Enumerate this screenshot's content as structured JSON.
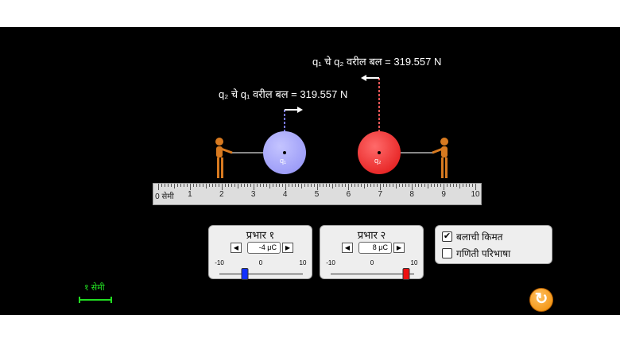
{
  "forces": {
    "on_q2": "q₁ चे q₂ वरील बल  = 319.557 N",
    "on_q1": "q₂ चे q₁ वरील बल  = 319.557 N"
  },
  "charges": {
    "q1_label": "q₁",
    "q2_label": "q₂",
    "q1_color": "#9999ff",
    "q2_color": "#ff2222",
    "q1_position_cm": 4,
    "q2_position_cm": 7
  },
  "ruler": {
    "labels": [
      "0 सेमी",
      "1",
      "2",
      "3",
      "4",
      "5",
      "6",
      "7",
      "8",
      "9",
      "10"
    ]
  },
  "charge1": {
    "title": "प्रभार १",
    "value": "-4 μC",
    "min": "-10",
    "mid": "0",
    "max": "10",
    "value_num": -4
  },
  "charge2": {
    "title": "प्रभार २",
    "value": "8 μC",
    "min": "-10",
    "mid": "0",
    "max": "10",
    "value_num": 8
  },
  "options": {
    "force_values": {
      "label": "बलाची किमत",
      "checked": true
    },
    "scientific": {
      "label": "गणिती परिभाषा",
      "checked": false
    }
  },
  "scale": {
    "label": "१ सेमी"
  }
}
